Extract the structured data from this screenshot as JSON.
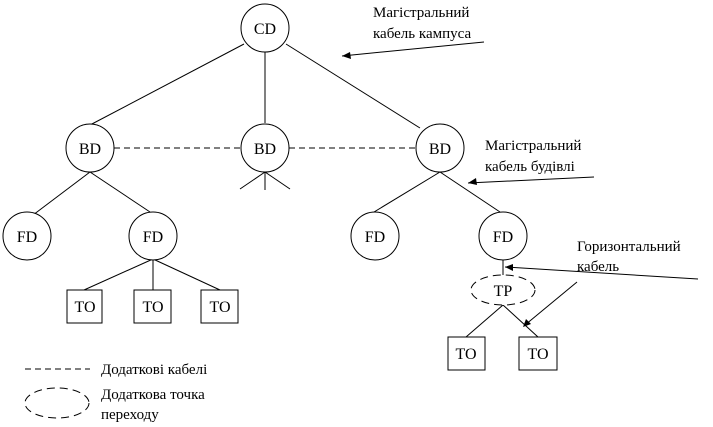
{
  "nodes": {
    "cd": "CD",
    "bd_left": "BD",
    "bd_middle": "BD",
    "bd_right": "BD",
    "fd_1": "FD",
    "fd_2": "FD",
    "fd_3": "FD",
    "fd_4": "FD",
    "tp": "TP",
    "to_1": "TO",
    "to_2": "TO",
    "to_3": "TO",
    "to_4": "TO",
    "to_5": "TO"
  },
  "annotations": {
    "campus_backbone": [
      "Магістральний",
      "кабель кампуса"
    ],
    "building_backbone": [
      "Магістральний",
      "кабель будівлі"
    ],
    "horizontal": [
      "Горизонтальний",
      "кабель"
    ]
  },
  "legend": {
    "additional_cables": "Додаткові кабелі",
    "transition_point": [
      "Додаткова точка",
      "переходу"
    ]
  },
  "colors": {
    "stroke": "#000000",
    "background": "#ffffff"
  }
}
